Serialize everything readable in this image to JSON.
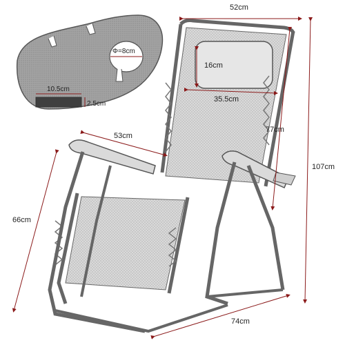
{
  "colors": {
    "dimension_line": "#8b1a1a",
    "frame": "#555555",
    "fabric": "#d7d7d7",
    "tray": "#9a9a9a",
    "background": "#ffffff"
  },
  "dimensions": {
    "top_width": "52cm",
    "headrest_height": "16cm",
    "headrest_width": "35.5cm",
    "back_length": "77cm",
    "total_height": "107cm",
    "seat_depth": "53cm",
    "seat_height": "66cm",
    "base_depth": "74cm"
  },
  "tray": {
    "cup_diameter": "Φ=8cm",
    "slot_width": "10.5cm",
    "slot_height": "2.5cm"
  }
}
